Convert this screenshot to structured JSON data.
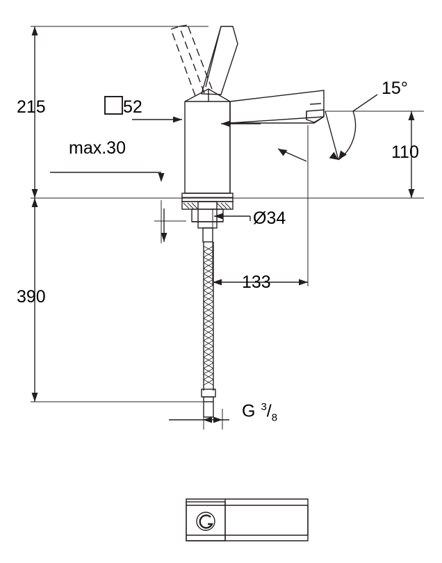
{
  "drawing": {
    "title": "Technical dimension drawing of a single-lever basin mixer tap",
    "line_color": "#231f20",
    "background": "#ffffff"
  },
  "dimensions": {
    "overall_height_above": "215",
    "overall_length_below": "390",
    "spout_height": "110",
    "spout_reach": "133",
    "lever_clearance": "max.30",
    "body_section": "52",
    "hole_diameter": "34",
    "angle": "15",
    "angle_unit": "°",
    "thread_label": "G",
    "thread_numerator": "3",
    "thread_denominator": "8"
  },
  "symbols": {
    "square": "square-symbol",
    "diameter": "Ø",
    "degree": "°"
  },
  "logo": {
    "brand_mark": "grohe-g-logo"
  }
}
